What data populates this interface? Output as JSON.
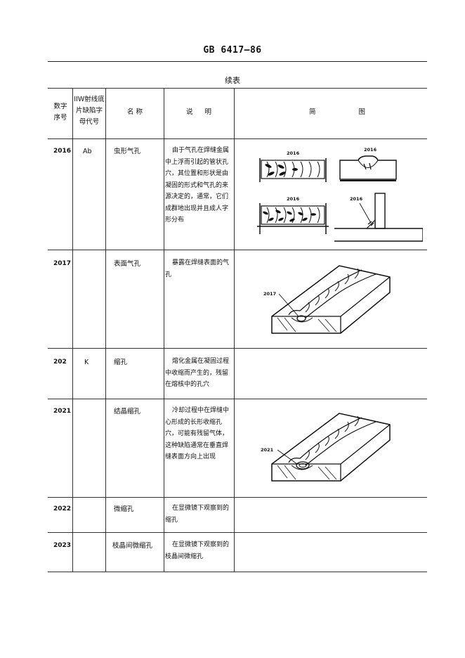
{
  "header": {
    "standard_code": "GB 6417—86",
    "continued": "续表"
  },
  "columns": {
    "number": "数字序号",
    "iiw_code": "IIW射线底片缺陷字母代号",
    "name": "名 称",
    "description": "说 明",
    "sketch": "简 图"
  },
  "rows": [
    {
      "number": "2016",
      "iiw": "Ab",
      "name": "虫形气孔",
      "description": "由于气孔在焊缝金属中上浮而引起的管状孔穴，其位置和形状是由凝固的形式和气孔的来源决定的，通常，它们成群地出现并且成人字形分布",
      "figure_labels": [
        "2016",
        "2016",
        "2016",
        "2016"
      ]
    },
    {
      "number": "2017",
      "iiw": "",
      "name": "表面气孔",
      "description": "暴露在焊缝表面的气孔",
      "figure_labels": [
        "2017"
      ]
    },
    {
      "number": "202",
      "iiw": "K",
      "name": "缩孔",
      "description": "熔化金属在凝固过程中收缩而产生的，残留在熔核中的孔穴"
    },
    {
      "number": "2021",
      "iiw": "",
      "name": "结晶缩孔",
      "description": "冷却过程中在焊缝中心形成的长形收缩孔穴，可能有残留气体，这种缺陷通常在垂直焊缝表面方向上出现",
      "figure_labels": [
        "2021"
      ]
    },
    {
      "number": "2022",
      "iiw": "",
      "name": "微缩孔",
      "description": "在显微镜下观察到的缩孔"
    },
    {
      "number": "2023",
      "iiw": "",
      "name": "枝晶间微缩孔",
      "description": "在显微镜下观察到的枝晶间微缩孔"
    }
  ]
}
